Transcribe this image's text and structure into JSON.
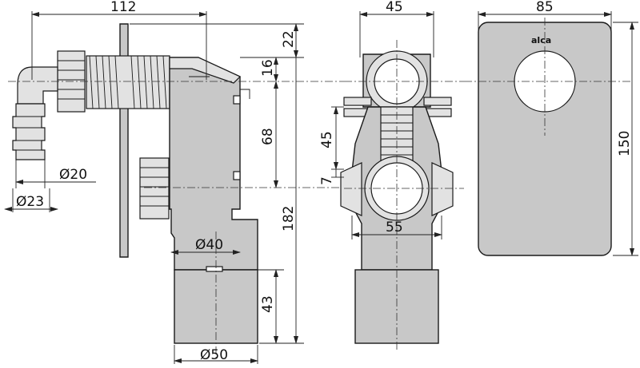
{
  "brand_logo": "alca",
  "dimensions": {
    "side_width": "112",
    "wall_offset": "22",
    "inlet_offset": "16",
    "inlet_to_outlet": "68",
    "total_height": "182",
    "hose_d20": "Ø20",
    "hose_d23": "Ø23",
    "outlet_d40": "Ø40",
    "outlet_height": "43",
    "outlet_d50": "Ø50",
    "front_width": "45",
    "front_v45": "45",
    "front_v7": "7",
    "front_w55": "55",
    "cover_width": "85",
    "cover_height": "150"
  },
  "colors": {
    "body_fill": "#c8c8c8",
    "light_fill": "#e2e2e2",
    "line": "#1a1a1a"
  }
}
